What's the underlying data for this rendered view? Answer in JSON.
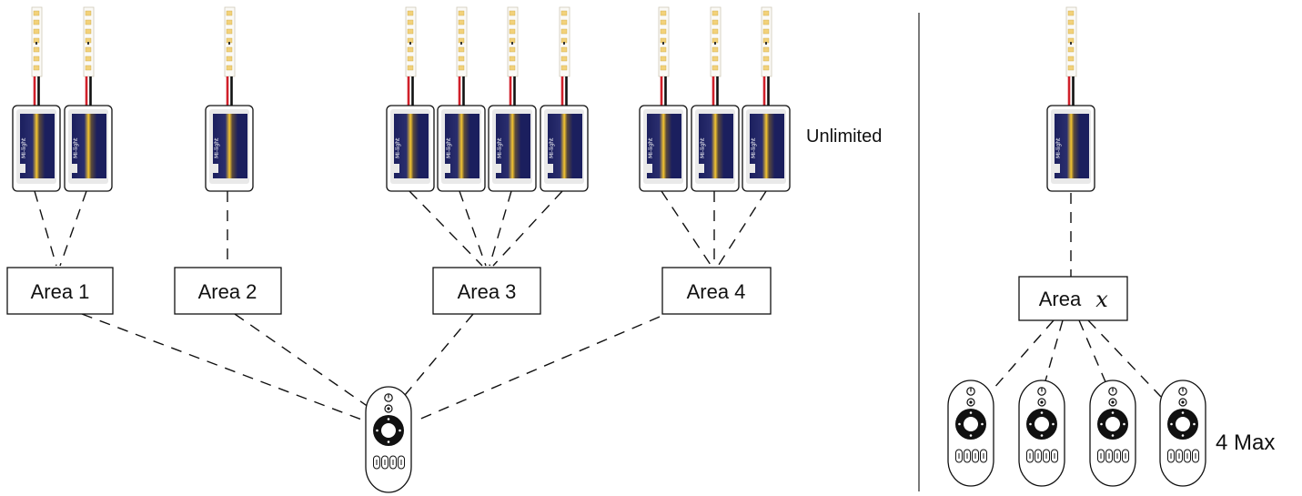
{
  "colors": {
    "strip_white": "#fbfaf6",
    "led_chip": "#f3d27a",
    "wire_red": "#d0202a",
    "wire_black": "#111111",
    "controller_dark": "#1b1f5e",
    "controller_glow": "#f4c530",
    "remote_ring": "#111111",
    "line": "#111111"
  },
  "controller_brand": "MI-light",
  "areas": [
    {
      "label": "Area 1",
      "controllers": 2
    },
    {
      "label": "Area 2",
      "controllers": 1
    },
    {
      "label": "Area 3",
      "controllers": 4
    },
    {
      "label": "Area 4",
      "controllers": 3
    }
  ],
  "unlimited_label": "Unlimited",
  "area_x": {
    "label": "Area",
    "symbol": "x",
    "controllers": 1
  },
  "remotes_label": "4 Max",
  "remotes_count": 4,
  "icons": [
    "led-strip-icon",
    "controller-icon",
    "remote-icon",
    "power-icon"
  ]
}
